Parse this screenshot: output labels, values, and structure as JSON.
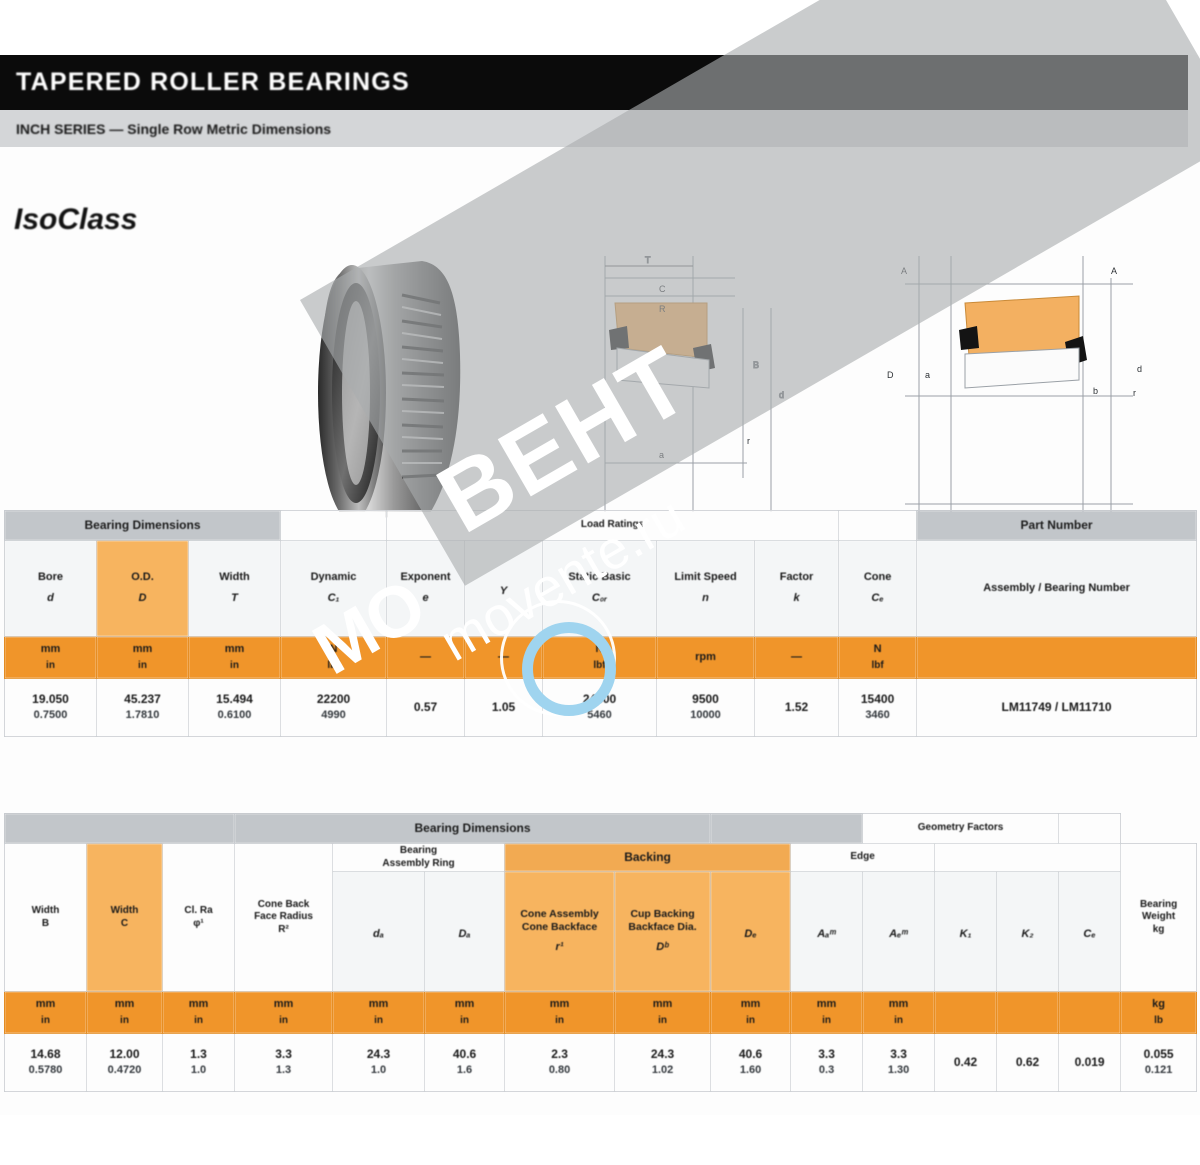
{
  "header": {
    "title": "TAPERED ROLLER BEARINGS",
    "subtitle": "INCH SERIES — Single Row Metric Dimensions",
    "series_label": "IsoClass"
  },
  "figures": {
    "photo_caption": "tapered-roller-bearing-photo",
    "diagram_a_caption": "bearing-cross-section-single-row",
    "diagram_b_caption": "bearing-cross-section-mounted"
  },
  "table1": {
    "groups": [
      {
        "label": "Bearing Dimensions",
        "span": 3
      },
      {
        "label": "",
        "span": 1
      },
      {
        "label": "Load Ratings",
        "span": 5
      },
      {
        "label": "",
        "span": 1
      },
      {
        "label": "Part Number",
        "span": 1
      }
    ],
    "columns": [
      {
        "label": "Bore",
        "symbol": "d"
      },
      {
        "label": "O.D.",
        "symbol": "D"
      },
      {
        "label": "Width",
        "symbol": "T"
      },
      {
        "label": "Dynamic",
        "symbol": "C₁"
      },
      {
        "label": "Exponent",
        "symbol": "e"
      },
      {
        "label": "",
        "symbol": "Y"
      },
      {
        "label": "Static Basic",
        "symbol": "C₀ᵣ"
      },
      {
        "label": "Limit Speed",
        "symbol": "n"
      },
      {
        "label": "Factor",
        "symbol": "k"
      },
      {
        "label": "Cone",
        "symbol": "Cₑ"
      },
      {
        "label": "Assembly / Bearing Number",
        "symbol": ""
      }
    ],
    "units": [
      {
        "u1": "mm",
        "u2": "in"
      },
      {
        "u1": "mm",
        "u2": "in"
      },
      {
        "u1": "mm",
        "u2": "in"
      },
      {
        "u1": "N",
        "u2": "lbf"
      },
      {
        "u1": "—",
        "u2": ""
      },
      {
        "u1": "—",
        "u2": ""
      },
      {
        "u1": "N",
        "u2": "lbf"
      },
      {
        "u1": "rpm",
        "u2": ""
      },
      {
        "u1": "—",
        "u2": ""
      },
      {
        "u1": "N",
        "u2": "lbf"
      },
      {
        "u1": "",
        "u2": ""
      }
    ],
    "row": [
      {
        "v1": "19.050",
        "v2": "0.7500"
      },
      {
        "v1": "45.237",
        "v2": "1.7810"
      },
      {
        "v1": "15.494",
        "v2": "0.6100"
      },
      {
        "v1": "22200",
        "v2": "4990"
      },
      {
        "v1": "0.57",
        "v2": "0.57"
      },
      {
        "v1": "1.05",
        "v2": ""
      },
      {
        "v1": "24500",
        "v2": "5460"
      },
      {
        "v1": "9500",
        "v2": "10000"
      },
      {
        "v1": "1.52",
        "v2": ""
      },
      {
        "v1": "15400",
        "v2": "3460"
      },
      {
        "v1": "LM11749 / LM11710",
        "v2": ""
      }
    ]
  },
  "table2": {
    "groups": [
      {
        "label": "",
        "span": 3
      },
      {
        "label": "Bearing Dimensions",
        "span": 5
      },
      {
        "label": "",
        "span": 2
      },
      {
        "label": "Geometry Factors",
        "span": 3
      },
      {
        "label": "",
        "span": 1
      }
    ],
    "backing_group": "Backing",
    "radii_group": "Edge",
    "columns": [
      {
        "l1": "Width",
        "l2": "",
        "symbol": "B"
      },
      {
        "l1": "Width",
        "l2": "",
        "symbol": "C"
      },
      {
        "l1": "Cl. Ra",
        "l2": "",
        "symbol": "φ¹"
      },
      {
        "l1": "Cone Back",
        "l2": "Face Radius",
        "symbol": "R²"
      },
      {
        "l1": "Bearing",
        "l2": "Assembly Ring",
        "symbol": "dₐ"
      },
      {
        "l1": "",
        "l2": "",
        "symbol": "Dₐ"
      },
      {
        "l1": "Cone Assembly",
        "l2": "Cone Backface",
        "symbol": "r¹"
      },
      {
        "l1": "Cup Backing",
        "l2": "Backface Dia.",
        "symbol": "Dᵇ"
      },
      {
        "l1": "",
        "l2": "",
        "symbol": "Dₑ"
      },
      {
        "l1": "",
        "l2": "",
        "symbol": "Aₐᵐ"
      },
      {
        "l1": "",
        "l2": "",
        "symbol": "Aₑᵐ"
      },
      {
        "l1": "",
        "l2": "",
        "symbol": "K₁"
      },
      {
        "l1": "",
        "l2": "",
        "symbol": "K₂"
      },
      {
        "l1": "",
        "l2": "",
        "symbol": "Cₑ"
      },
      {
        "l1": "Bearing",
        "l2": "Weight",
        "symbol": "kg"
      }
    ],
    "units": [
      {
        "u1": "mm",
        "u2": "in"
      },
      {
        "u1": "mm",
        "u2": "in"
      },
      {
        "u1": "mm",
        "u2": "in"
      },
      {
        "u1": "mm",
        "u2": "in"
      },
      {
        "u1": "mm",
        "u2": "in"
      },
      {
        "u1": "mm",
        "u2": "in"
      },
      {
        "u1": "mm",
        "u2": "in"
      },
      {
        "u1": "mm",
        "u2": "in"
      },
      {
        "u1": "mm",
        "u2": "in"
      },
      {
        "u1": "mm",
        "u2": "in"
      },
      {
        "u1": "mm",
        "u2": "in"
      },
      {
        "u1": "",
        "u2": ""
      },
      {
        "u1": "",
        "u2": ""
      },
      {
        "u1": "",
        "u2": ""
      },
      {
        "u1": "kg",
        "u2": "lb"
      }
    ],
    "row": [
      {
        "v1": "14.68",
        "v2": "0.5780"
      },
      {
        "v1": "12.00",
        "v2": "0.4720"
      },
      {
        "v1": "1.3",
        "v2": "1.0"
      },
      {
        "v1": "3.3",
        "v2": "1.3"
      },
      {
        "v1": "24.3",
        "v2": "1.0"
      },
      {
        "v1": "40.6",
        "v2": "1.6"
      },
      {
        "v1": "2.3",
        "v2": "0.80"
      },
      {
        "v1": "24.3",
        "v2": "1.02"
      },
      {
        "v1": "40.6",
        "v2": "1.60"
      },
      {
        "v1": "3.3",
        "v2": "0.3"
      },
      {
        "v1": "3.3",
        "v2": "1.30"
      },
      {
        "v1": "0.42",
        "v2": ""
      },
      {
        "v1": "0.62",
        "v2": ""
      },
      {
        "v1": "0.019",
        "v2": ""
      },
      {
        "v1": "0.055",
        "v2": "0.121"
      }
    ]
  },
  "watermark": {
    "big": "ВЕНТ",
    "url": "movente.ru",
    "mark": "МО",
    "logo": "target-ring-logo"
  }
}
